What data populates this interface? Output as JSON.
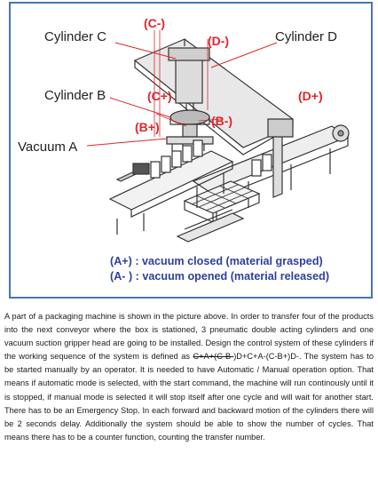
{
  "figure": {
    "labels": {
      "cylinder_c": "Cylinder C",
      "cylinder_d": "Cylinder D",
      "cylinder_b": "Cylinder B",
      "vacuum_a": "Vacuum A",
      "c_plus": "(C+)",
      "c_minus": "(C-)",
      "d_plus": "(D+)",
      "d_minus": "(D-)",
      "b_plus": "(B+)",
      "b_minus": "(B-)"
    },
    "legend": {
      "a_plus": "(A+) : vacuum closed (material grasped)",
      "a_minus": "(A- ) : vacuum opened (material released)"
    },
    "colors": {
      "frame": "#4a74b5",
      "motion_labels": "#e0262c",
      "legend_text": "#2f3f9e"
    }
  },
  "description": {
    "part1": "A part of a packaging machine is shown in the picture above. In order to transfer four of the products into the next conveyor where the box is stationed, 3 pneumatic double acting cylinders and one vacuum suction gripper head are going to be installed. Design the control system of these cylinders if the working sequence of the system is defined as ",
    "strike": "C+A+(C-B-",
    "part2": ")D+C+A-(C-B+)D-. The system has to be started manually by an operator. It is needed to have Automatic / Manual operation option. That means if automatic mode is selected, with the start command, the machine will run continously until it is stopped, if manual mode is selected it will stop itself after one cycle and will wait for another start.  There has to be an Emergency Stop. In each forward and backward motion of the cylinders there will be 2 seconds delay. Additionally the system should be able to show the number of cycles. That means there has to be a counter function, counting the transfer number."
  }
}
